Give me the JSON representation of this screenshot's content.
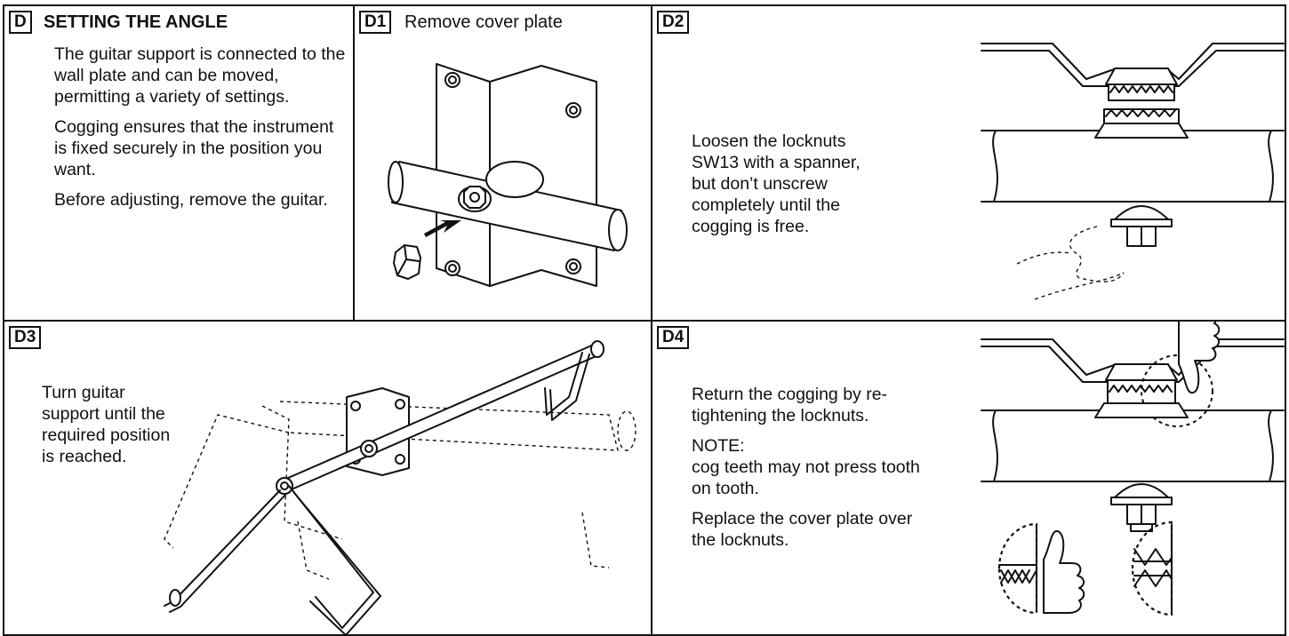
{
  "panel_d": {
    "label": "D",
    "title": "SETTING THE ANGLE",
    "paragraphs": [
      "The guitar support is connected to the wall plate and can be moved, permitting a variety of settings.",
      "Cogging ensures that the instrument is fixed securely in the position you want.",
      "Before adjusting, remove the guitar."
    ]
  },
  "panel_d1": {
    "label": "D1",
    "title": "Remove cover plate"
  },
  "panel_d2": {
    "label": "D2",
    "text": "Loosen the locknuts SW13 with a spanner, but don’t unscrew completely until the cogging is free."
  },
  "panel_d3": {
    "label": "D3",
    "text": "Turn guitar support until the required position is reached."
  },
  "panel_d4": {
    "label": "D4",
    "paragraphs": [
      "Return the cogging by re-tightening the locknuts.",
      "NOTE:",
      "cog teeth may not press tooth on tooth.",
      "Replace the cover plate over the locknuts."
    ]
  },
  "icons": [
    "thumb-up-icon",
    "thumb-down-icon",
    "arrow-icon"
  ]
}
